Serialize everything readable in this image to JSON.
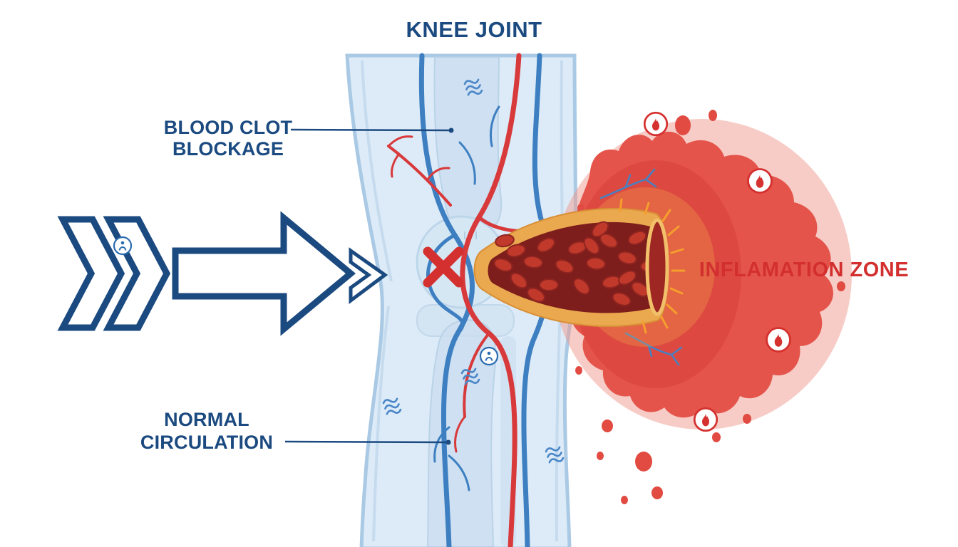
{
  "diagram": {
    "title": "KNEE JOINT",
    "labels": {
      "blockage_line1": "BLOOD CLOT",
      "blockage_line2": "BLOCKAGE",
      "circulation_line1": "NORMAL",
      "circulation_line2": "CIRCULATION",
      "inflammation": "INFLAMATION ZONE"
    },
    "colors": {
      "label_blue": "#1b4a80",
      "arrow_blue": "#1b4a80",
      "inflammation_red": "#d32f2f",
      "leg_blue": "#dcebf7",
      "artery_red": "#d8393b",
      "vein_blue": "#3d7fc1",
      "vessel_wall_orange": "#eaa84f",
      "clot_dark_red": "#7e1e1c"
    },
    "icons": {
      "flame": "flame-icon",
      "waves": "waves-icon",
      "blockage_x": "x-icon",
      "medical_badge": "medical-badge-icon"
    }
  }
}
